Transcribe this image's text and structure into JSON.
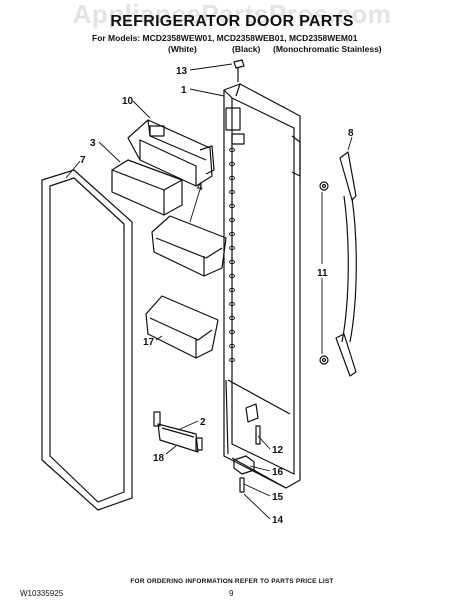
{
  "watermark": "AppliancePartsPros.com",
  "title": "REFRIGERATOR DOOR PARTS",
  "models_line": "For Models: MCD2358WEW01, MCD2358WEB01, MCD2358WEM01",
  "variants": {
    "white": "(White)",
    "black": "(Black)",
    "stainless": "(Monochromatic Stainless)"
  },
  "callouts": {
    "c1": "1",
    "c2": "2",
    "c3": "3",
    "c4": "4",
    "c7": "7",
    "c8": "8",
    "c10": "10",
    "c11": "11",
    "c12": "12",
    "c13": "13",
    "c14": "14",
    "c15": "15",
    "c16": "16",
    "c17": "17",
    "c18": "18"
  },
  "footer_note": "FOR ORDERING INFORMATION REFER TO PARTS PRICE LIST",
  "doc_number": "W10335925",
  "page_number": "9"
}
